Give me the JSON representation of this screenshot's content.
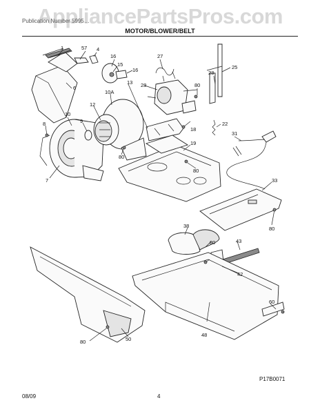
{
  "watermark": "AppliancePartsPros.com",
  "header_small": "Publication Number 5995…",
  "section_title": "MOTOR/BLOWER/BELT",
  "figure_code": "P17B0071",
  "footer": {
    "date": "08/09",
    "page": "4"
  },
  "callouts": [
    "1",
    "57",
    "4",
    "6",
    "16",
    "15",
    "16",
    "13",
    "27",
    "28",
    "10A",
    "12",
    "9",
    "10",
    "8",
    "7",
    "80",
    "80",
    "80",
    "18",
    "19",
    "23",
    "25",
    "22",
    "31",
    "33",
    "80",
    "38",
    "80",
    "43",
    "42",
    "60",
    "48",
    "80",
    "50"
  ]
}
